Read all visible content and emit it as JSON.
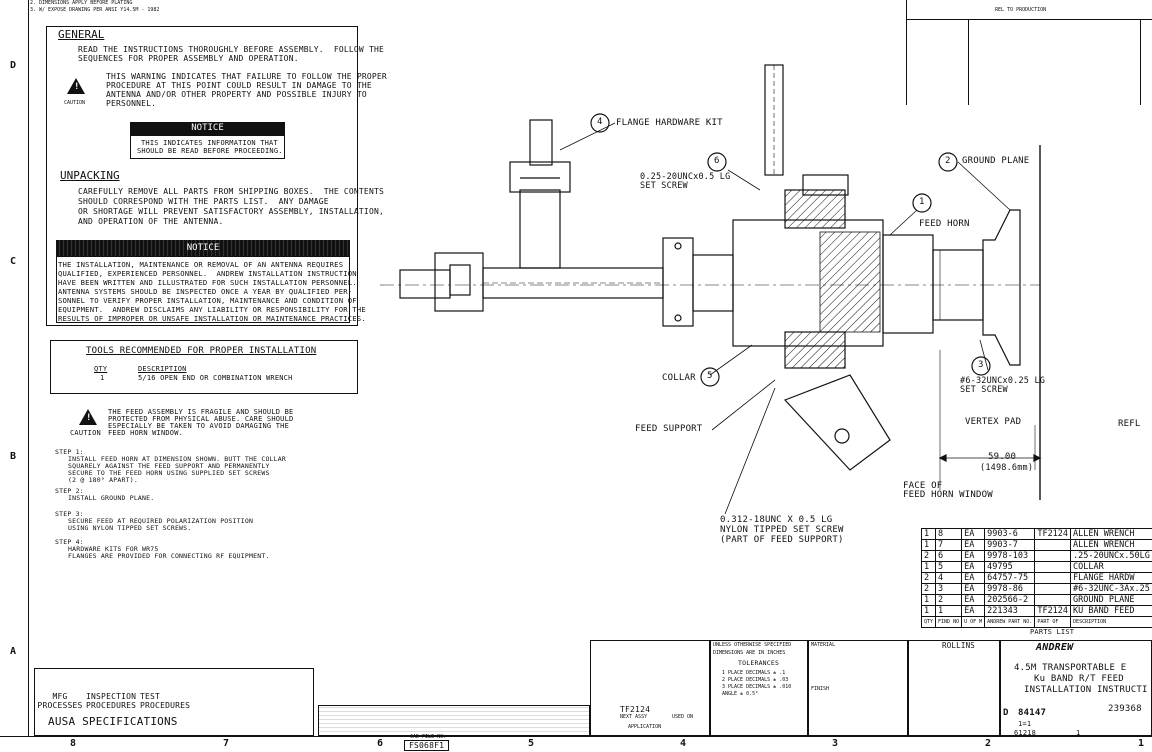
{
  "header_notes": [
    "2. DIMENSIONS APPLY BEFORE PLATING",
    "3. W/ EXPOSE DRAWING PER ANSI Y14.5M - 1982"
  ],
  "border": {
    "rows": [
      "D",
      "C",
      "B",
      "A"
    ],
    "columns": [
      "8",
      "7",
      "6",
      "5",
      "4",
      "3",
      "2",
      "1"
    ]
  },
  "general": {
    "heading": "GENERAL",
    "intro": [
      "READ THE INSTRUCTIONS THOROUGHLY BEFORE ASSEMBLY.  FOLLOW THE",
      "SEQUENCES FOR PROPER ASSEMBLY AND OPERATION."
    ],
    "warning_lines": [
      "THIS WARNING INDICATES THAT FAILURE TO FOLLOW THE PROPER",
      "PROCEDURE AT THIS POINT COULD RESULT IN DAMAGE TO THE",
      "ANTENNA AND/OR OTHER PROPERTY AND POSSIBLE INJURY TO",
      "PERSONNEL."
    ],
    "caution_label": "CAUTION",
    "notice_label": "NOTICE",
    "notice_text": [
      "THIS INDICATES INFORMATION THAT",
      "SHOULD BE READ BEFORE PROCEEDING."
    ]
  },
  "unpacking": {
    "heading": "UNPACKING",
    "lines": [
      "CAREFULLY REMOVE ALL PARTS FROM SHIPPING BOXES.  THE CONTENTS",
      "SHOULD CORRESPOND WITH THE PARTS LIST.  ANY DAMAGE",
      "OR SHORTAGE WILL PREVENT SATISFACTORY ASSEMBLY, INSTALLATION,",
      "AND OPERATION OF THE ANTENNA."
    ]
  },
  "notice2": {
    "label": "NOTICE",
    "lines": [
      "THE INSTALLATION, MAINTENANCE OR REMOVAL OF AN ANTENNA REQUIRES",
      "QUALIFIED, EXPERIENCED PERSONNEL.  ANDREW INSTALLATION INSTRUCTION",
      "HAVE BEEN WRITTEN AND ILLUSTRATED FOR SUCH INSTALLATION PERSONNEL.",
      "ANTENNA SYSTEMS SHOULD BE INSPECTED ONCE A YEAR BY QUALIFIED PER-",
      "SONNEL TO VERIFY PROPER INSTALLATION, MAINTENANCE AND CONDITION OF",
      "EQUIPMENT.  ANDREW DISCLAIMS ANY LIABILITY OR RESPONSIBILITY FOR THE",
      "RESULTS OF IMPROPER OR UNSAFE INSTALLATION OR MAINTENANCE PRACTICES."
    ]
  },
  "tools": {
    "heading": "TOOLS RECOMMENDED FOR PROPER INSTALLATION",
    "col_qty": "QTY",
    "col_desc": "DESCRIPTION",
    "rows": [
      {
        "qty": "1",
        "desc": "5/16 OPEN END OR COMBINATION WRENCH"
      }
    ]
  },
  "fragile": {
    "lines": [
      "THE FEED ASSEMBLY IS FRAGILE AND SHOULD BE",
      "PROTECTED FROM PHYSICAL ABUSE. CARE SHOULD",
      "ESPECIALLY BE TAKEN TO AVOID DAMAGING THE",
      "FEED HORN WINDOW."
    ],
    "caution_label": "CAUTION"
  },
  "steps": [
    {
      "title": "STEP 1:",
      "lines": [
        "INSTALL FEED HORN AT DIMENSION SHOWN. BUTT THE COLLAR",
        "SQUARELY AGAINST THE FEED SUPPORT AND PERMANENTLY",
        "SECURE TO THE FEED HORN USING SUPPLIED SET SCREWS",
        "(2 @ 180° APART)."
      ]
    },
    {
      "title": "STEP 2:",
      "lines": [
        "INSTALL GROUND PLANE."
      ]
    },
    {
      "title": "STEP 3:",
      "lines": [
        "SECURE FEED AT REQUIRED POLARIZATION POSITION",
        "USING NYLON TIPPED SET SCREWS."
      ]
    },
    {
      "title": "STEP 4:",
      "lines": [
        "HARDWARE KITS FOR WR75",
        "FLANGES ARE PROVIDED FOR CONNECTING RF EQUIPMENT."
      ]
    }
  ],
  "callouts": {
    "c1": {
      "num": "1",
      "label": "FEED HORN"
    },
    "c2": {
      "num": "2",
      "label": "GROUND PLANE"
    },
    "c3": {
      "num": "3",
      "label": [
        "#6-32UNCx0.25 LG",
        "SET SCREW"
      ]
    },
    "c4": {
      "num": "4",
      "label": "FLANGE HARDWARE KIT"
    },
    "c5": {
      "num": "5",
      "label": "COLLAR"
    },
    "c6": {
      "num": "6",
      "label": [
        "0.25-20UNCx0.5 LG",
        "SET SCREW"
      ]
    },
    "feed_support": "FEED SUPPORT",
    "vertex_pad": "VERTEX PAD",
    "reflector": "REFL",
    "face_of": [
      "FACE OF",
      "FEED HORN WINDOW"
    ],
    "nylon": [
      "0.312-18UNC X 0.5 LG",
      "NYLON TIPPED SET SCREW",
      "(PART OF FEED SUPPORT)"
    ],
    "dim_value": "59.00",
    "dim_metric": "(1498.6mm)"
  },
  "parts_list": {
    "rows": [
      [
        "1",
        "8",
        "EA",
        "9903-6",
        "TF2124",
        "ALLEN WRENCH"
      ],
      [
        "1",
        "7",
        "EA",
        "9903-7",
        "",
        "ALLEN WRENCH"
      ],
      [
        "2",
        "6",
        "EA",
        "9978-103",
        "",
        ".25-20UNCx.50LG"
      ],
      [
        "1",
        "5",
        "EA",
        "49795",
        "",
        "COLLAR"
      ],
      [
        "2",
        "4",
        "EA",
        "64757-75",
        "",
        "FLANGE HARDW"
      ],
      [
        "2",
        "3",
        "EA",
        "9978-86",
        "",
        "#6-32UNC-3Ax.25"
      ],
      [
        "1",
        "2",
        "EA",
        "202566-2",
        "",
        "GROUND PLANE"
      ],
      [
        "1",
        "1",
        "EA",
        "221343",
        "TF2124",
        "KU BAND FEED"
      ]
    ],
    "header": [
      "QTY",
      "FIND NO",
      "U OF M",
      "ANDREW PART NO.",
      "PART OF",
      "DESCRIPTION"
    ],
    "title": "PARTS LIST"
  },
  "title_block": {
    "company": "ANDREW",
    "title": [
      "4.5M TRANSPORTABLE E",
      "Ku BAND R/T FEED",
      "INSTALLATION INSTRUCTI"
    ],
    "size": "D",
    "cage": "84147",
    "dwg_no": "239368",
    "scale": "1=1",
    "sheet": "1",
    "drawn": "ROLLINS",
    "tolerance_title": "TOLERANCES",
    "tolerances": [
      "UNLESS OTHERWISE SPECIFIED",
      "DIMENSIONS ARE IN INCHES",
      "1 PLACE DECIMALS ± .1",
      "2 PLACE DECIMALS ± .03",
      "3 PLACE DECIMALS ± .010",
      "ANGLE ± 0.5°"
    ],
    "material": "MATERIAL",
    "finish": "FINISH",
    "next_assy": "TF2124",
    "next_assy_label": "NEXT ASSY",
    "used_on": "USED ON",
    "application": "APPLICATION",
    "cad_file_label": "CAD FILE NO.",
    "cad_file": "FS068F1",
    "proj": "61218",
    "rel": "REL TO PRODUCTION"
  },
  "specs_block": {
    "cols": [
      "MFG\nPROCESSES",
      "INSPECTION\nPROCEDURES",
      "TEST\nPROCEDURES"
    ],
    "title": "AUSA SPECIFICATIONS"
  }
}
